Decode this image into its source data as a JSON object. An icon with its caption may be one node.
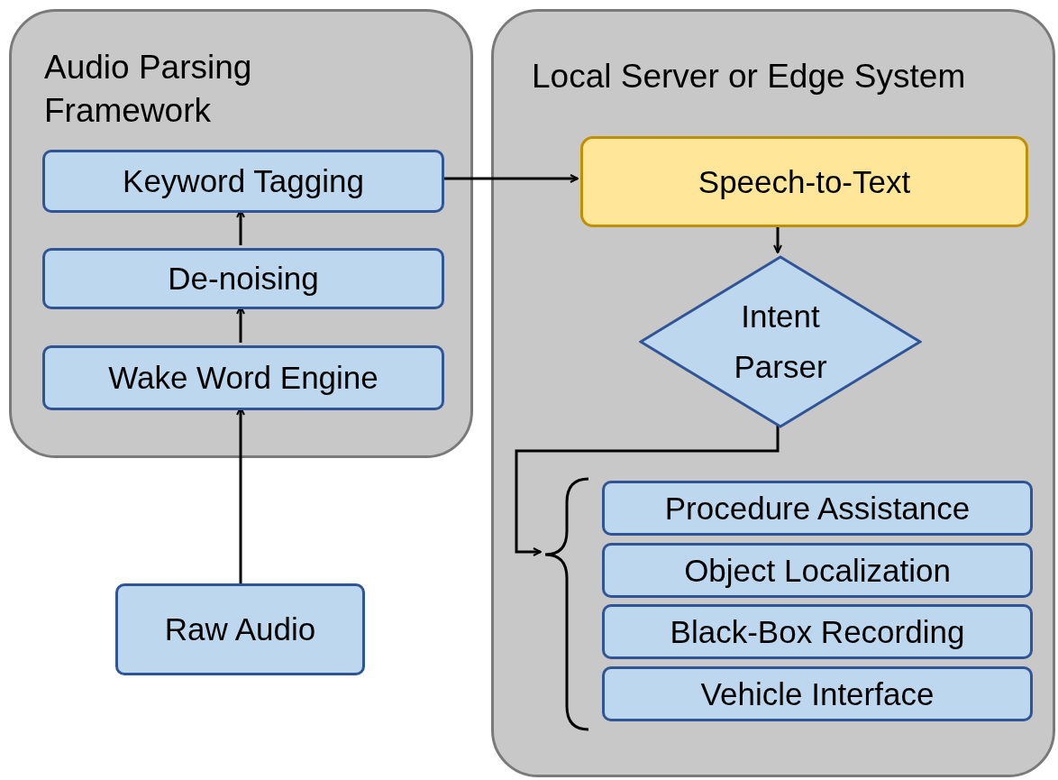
{
  "diagram": {
    "nodes": [
      {
        "text": [
          "Audio Parsing Framework"
        ]
      },
      {
        "text": [
          "Keyword Tagging"
        ],
        "in": 0
      },
      {
        "text": [
          "De-noising"
        ],
        "in": 0
      },
      {
        "text": [
          "Wake Word Engine"
        ],
        "in": 0
      },
      {
        "text": [
          "Raw Audio"
        ]
      },
      {
        "text": [
          "Local Server or Edge System"
        ]
      },
      {
        "text": [
          "Speech-to-Text"
        ],
        "in": 5
      },
      {
        "text": [
          "Intent Parser"
        ],
        "in": 5
      },
      {
        "text": [
          "Procedure Assistance"
        ],
        "in": 5
      },
      {
        "text": [
          "Object Localization"
        ],
        "in": 5
      },
      {
        "text": [
          "Black-Box Recording"
        ],
        "in": 5
      },
      {
        "text": [
          "Vehicle Interface"
        ],
        "in": 5
      },
      {
        "text": [],
        "shape": "bracket",
        "in": 5
      }
    ],
    "edges": [
      {
        "from": 4,
        "to": 3,
        "arrow": "to"
      },
      {
        "from": 3,
        "to": 2,
        "arrow": "to"
      },
      {
        "from": 2,
        "to": 1,
        "arrow": "to"
      },
      {
        "from": 1,
        "to": 6,
        "arrow": "to"
      },
      {
        "from": 6,
        "to": 7,
        "arrow": "to"
      },
      {
        "from": 7,
        "to": 12,
        "arrow": "to"
      }
    ]
  }
}
